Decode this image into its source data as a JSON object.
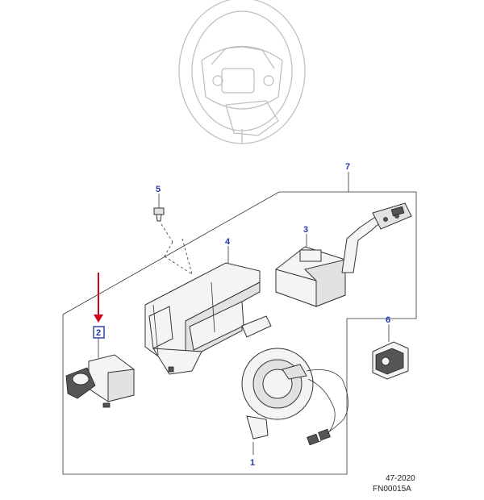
{
  "callouts": {
    "c1": "1",
    "c2": "2",
    "c3": "3",
    "c4": "4",
    "c5": "5",
    "c6": "6",
    "c7": "7"
  },
  "footer": {
    "ref_code": "47-2020",
    "figure_code": "FN00015A"
  },
  "colors": {
    "callout_text": "#1f3aa8",
    "highlight_box": "#1f3aa8",
    "arrow": "#d0021b",
    "linework": "#333333",
    "faint_linework": "#bdbdbd"
  }
}
